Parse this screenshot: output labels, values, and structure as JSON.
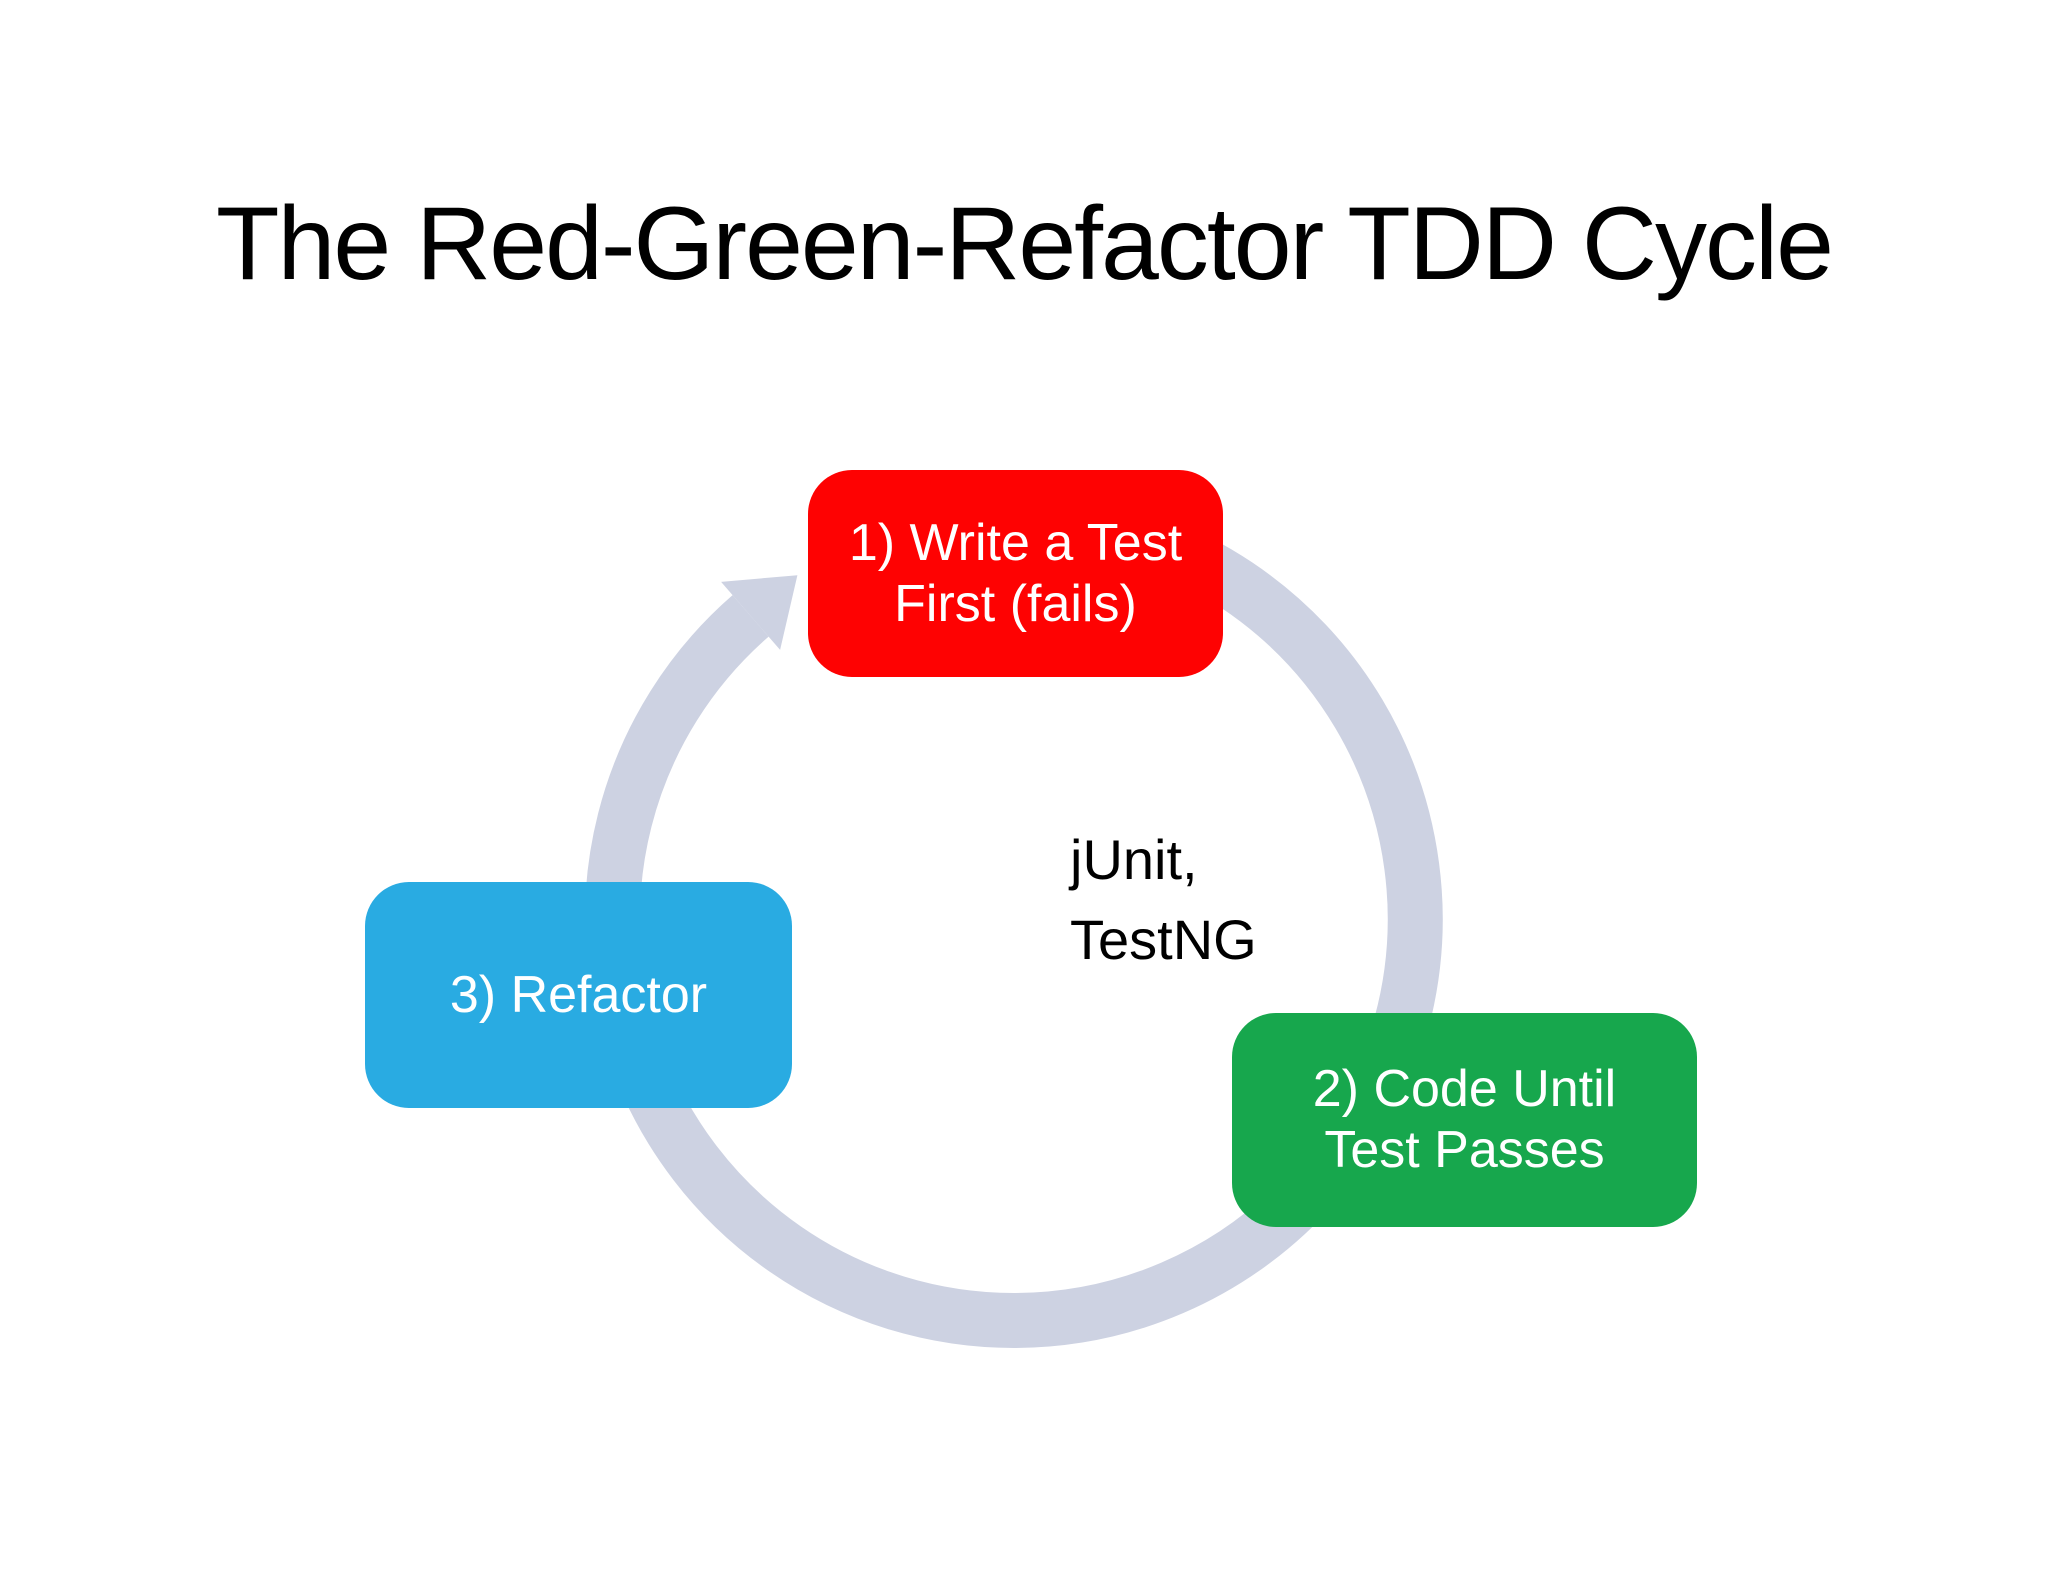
{
  "title": "The Red-Green-Refactor TDD Cycle",
  "diagram": {
    "type": "cycle",
    "flow_direction": "clockwise",
    "ring_color": "#CDD2E2",
    "center_label": "jUnit,\nTestNG",
    "steps": [
      {
        "id": "1",
        "label": "1) Write a Test\nFirst (fails)",
        "color": "#FE0202",
        "position": "top"
      },
      {
        "id": "2",
        "label": "2) Code Until\nTest Passes",
        "color": "#17A74D",
        "position": "bottom-right"
      },
      {
        "id": "3",
        "label": "3) Refactor",
        "color": "#29ABE2",
        "position": "left"
      }
    ]
  }
}
